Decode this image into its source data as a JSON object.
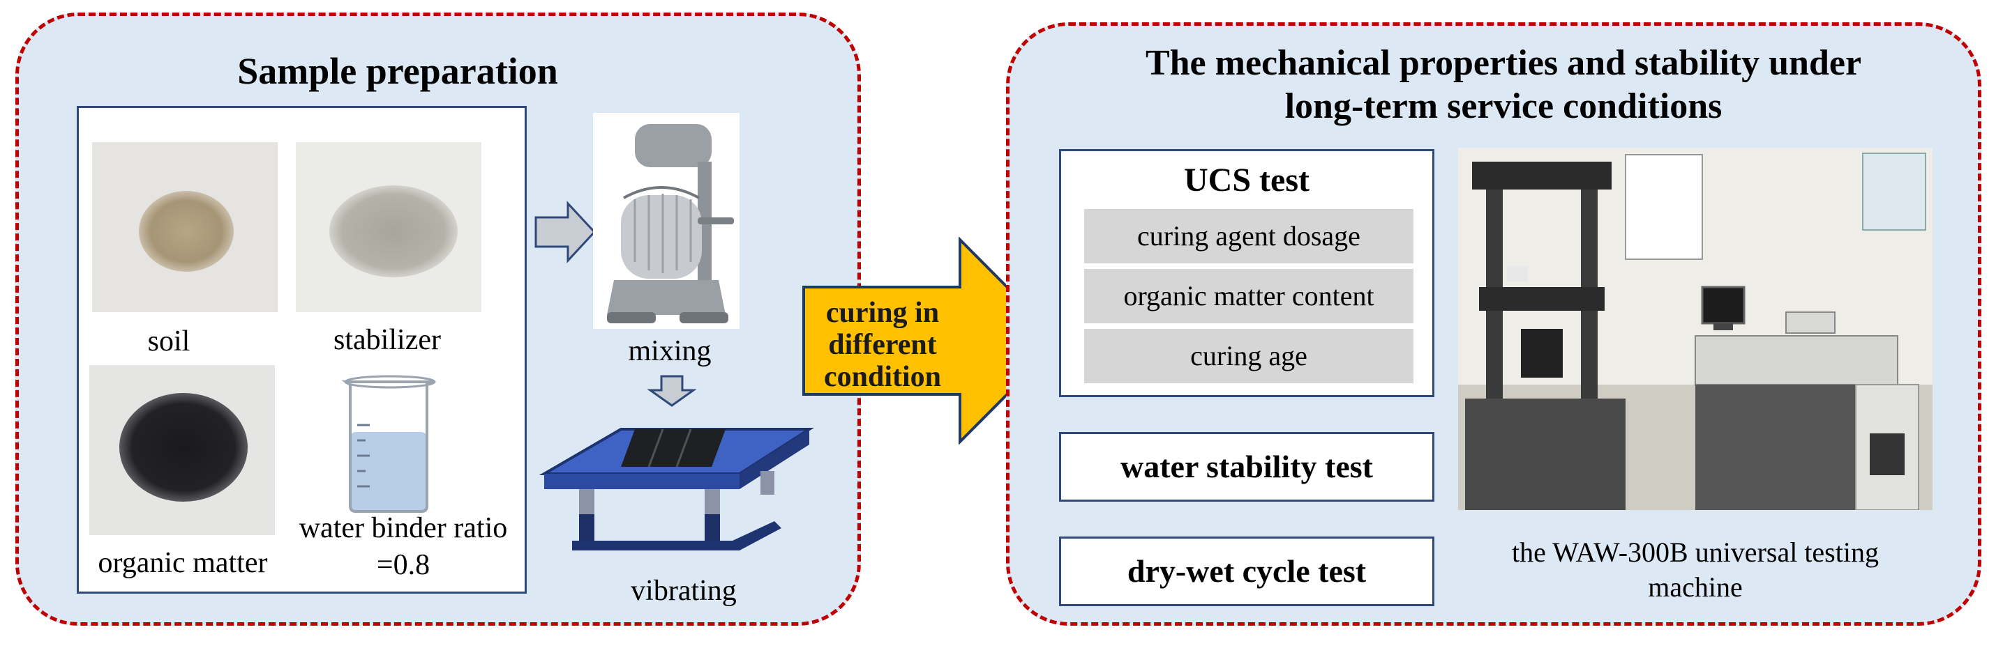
{
  "left_panel": {
    "title": "Sample preparation",
    "materials": {
      "soil": "soil",
      "stabilizer": "stabilizer",
      "organic_matter": "organic matter",
      "water_line1": "water binder ratio",
      "water_line2": "=0.8"
    },
    "steps": {
      "mixing": "mixing",
      "vibrating": "vibrating"
    }
  },
  "center_arrow": {
    "line1": "curing in",
    "line2": "different",
    "line3": "condition"
  },
  "right_panel": {
    "title_line1": "The mechanical properties and stability under",
    "title_line2": "long-term service conditions",
    "ucs": {
      "title": "UCS test",
      "factors": [
        "curing agent dosage",
        "organic matter content",
        "curing age"
      ]
    },
    "water_stability": "water stability test",
    "dry_wet": "dry-wet cycle test",
    "machine_caption_line1": "the WAW-300B universal testing",
    "machine_caption_line2": "machine"
  },
  "colors": {
    "dash_border": "#c00000",
    "panel_fill": "#dce8f4",
    "arrow_fill": "#ffc000",
    "arrow_stroke": "#1f3864",
    "box_border": "#2f4a7a",
    "factor_fill": "#d6d6d6"
  }
}
